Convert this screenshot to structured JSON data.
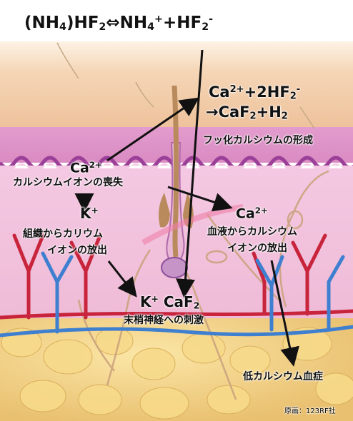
{
  "equation_top": {
    "part1": "(NH",
    "sub4": "4",
    "part2": ")HF",
    "sub2": "2",
    "arrow": "⇔",
    "part3": "NH",
    "sub4b": "4",
    "sup": "+",
    "part4": "+HF",
    "sub2b": "2",
    "supminus": "-"
  },
  "reaction": {
    "line1a": "Ca",
    "line1sup": "2+",
    "line1b": "+2HF",
    "line1sub": "2",
    "line1sup2": "-",
    "line2a": "→CaF",
    "line2sub": "2",
    "line2b": "+H",
    "line2sub2": "2"
  },
  "labels": {
    "formation": "フッ化カルシウムの形成",
    "calcium_ion": "Ca",
    "calcium_ion_sup": "2+",
    "calcium_loss": "カルシウムイオンの喪失",
    "potassium": "K",
    "potassium_sup": "+",
    "tissue_release_1": "組織からカリウム",
    "tissue_release_2": "イオンの放出",
    "calcium_ion_2": "Ca",
    "calcium_ion_2_sup": "2+",
    "blood_release_1": "血液からカルシウム",
    "blood_release_2": "イオンの放出",
    "k_caf_k": "K",
    "k_caf_k_sup": "+",
    "k_caf_caf": " CaF",
    "k_caf_sub": "2",
    "nerve_stimulation": "末梢神経への刺激",
    "hypocalcemia": "低カルシウム血症",
    "credit": "原画：123RF社"
  },
  "colors": {
    "skin_top": "#f4d2b0",
    "epidermis": "#e8aad0",
    "dermis": "#f2c4de",
    "fat": "#f0cf7e",
    "vessel_red": "#c8243c",
    "vessel_blue": "#3f7fd0",
    "hair": "#caa27a",
    "arrow": "#111111"
  }
}
